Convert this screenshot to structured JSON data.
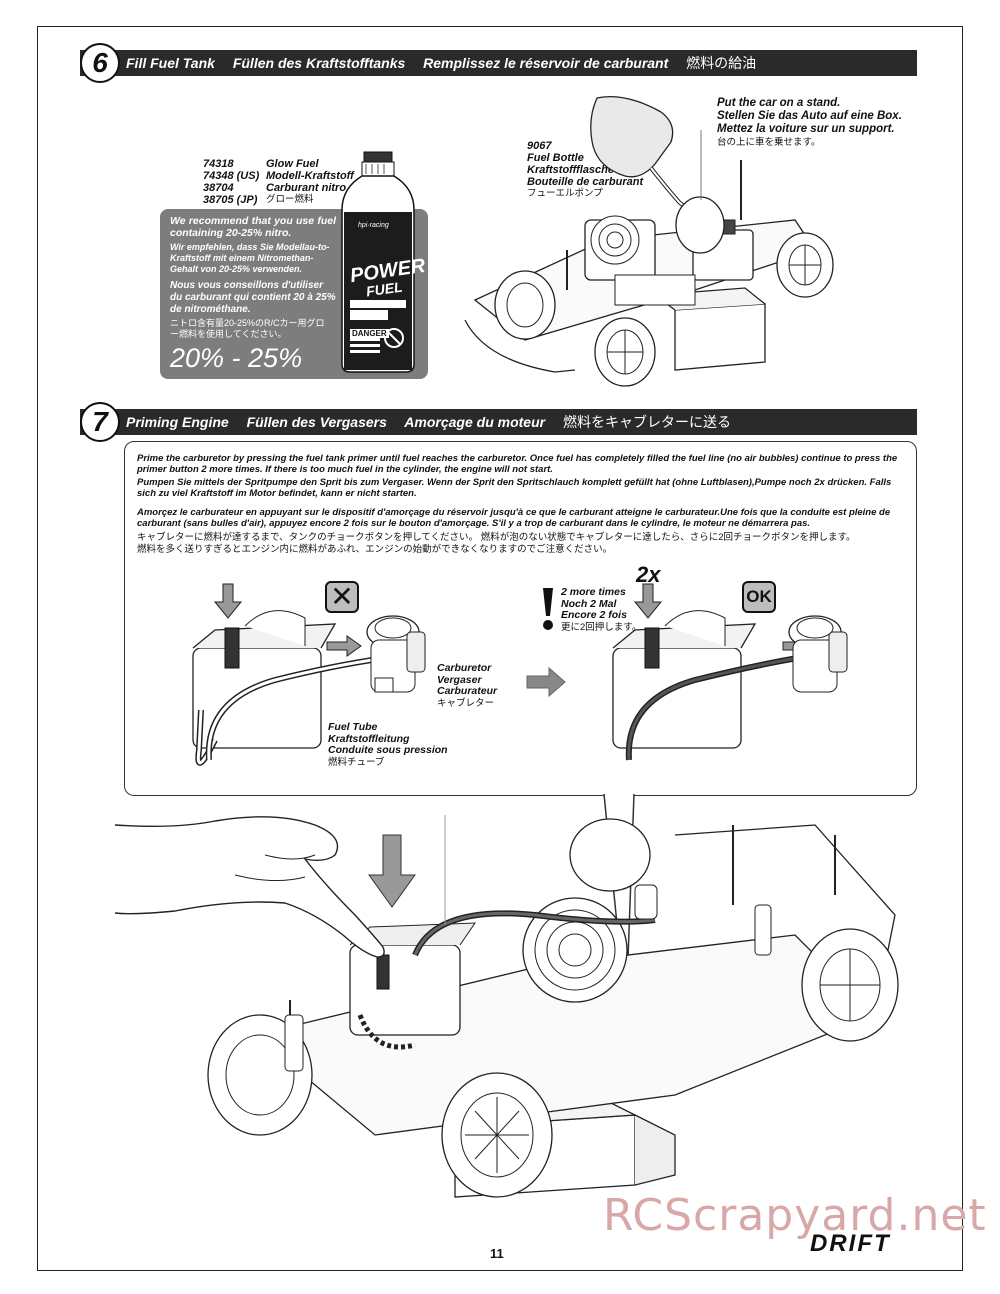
{
  "step6": {
    "number": "6",
    "titles": [
      "Fill Fuel Tank",
      "Füllen des Kraftstofftanks",
      "Remplissez le réservoir de carburant",
      "燃料の給油"
    ],
    "fuel_products": {
      "codes": [
        "74318",
        "74348 (US)",
        "38704",
        "38705 (JP)"
      ],
      "names": [
        "Glow Fuel",
        "Modell-Kraftstoff",
        "Carburant nitro",
        "グロー燃料"
      ]
    },
    "recommend": {
      "en": "We recommend that you use fuel containing 20-25% nitro.",
      "de": "Wir empfehlen, dass Sie Modellau-to-Kraftstoff mit einem Nitromethan-Gehalt von 20-25% verwenden.",
      "fr": "Nous vous conseillons d'utiliser du carburant qui contient 20 à 25% de nitrométhane.",
      "jp": "ニトロ含有量20-25%のR/Cカー用グロー燃料を使用してください。",
      "percent": "20% - 25%"
    },
    "bottle_label": {
      "brand": "hpi·racing",
      "line1": "POWER",
      "line2": "FUEL",
      "warning": "DANGER"
    },
    "fuel_bottle": {
      "code": "9067",
      "en": "Fuel Bottle",
      "de": "Kraftstoffflasche",
      "fr": "Bouteille de carburant",
      "jp": "フューエルポンプ"
    },
    "stand_note": {
      "en": "Put the car on a stand.",
      "de": "Stellen Sie das Auto auf eine Box.",
      "fr": "Mettez la voiture sur un support.",
      "jp": "台の上に車を乗せます。"
    }
  },
  "step7": {
    "number": "7",
    "titles": [
      "Priming Engine",
      "Füllen des Vergasers",
      "Amorçage du moteur",
      "燃料をキャブレターに送る"
    ],
    "instructions": {
      "en": "Prime the carburetor by pressing the fuel tank primer until fuel reaches the carburetor. Once fuel has completely filled the fuel line (no air bubbles) continue to press the primer button 2 more times. If there is too much fuel in the cylinder, the engine will not start.",
      "de": "Pumpen Sie mittels der Spritpumpe den Sprit bis zum Vergaser. Wenn der Sprit den Spritschlauch komplett gefüllt hat (ohne Luftblasen),Pumpe noch 2x drücken. Falls sich zu viel Kraftstoff im Motor befindet, kann er nicht starten.",
      "fr": "Amorçez le carburateur en appuyant sur le dispositif d'amorçage du réservoir jusqu'à ce que le carburant atteigne le carburateur.Une fois que la conduite est pleine de carburant (sans bulles d'air), appuyez encore 2 fois sur le bouton d'amorçage. S'il y a trop de carburant dans le cylindre, le moteur ne démarrera pas.",
      "jp1": "キャブレターに燃料が達するまで、タンクのチョークボタンを押してください。 燃料が泡のない状態でキャブレターに達したら、さらに2回チョークボタンを押します。",
      "jp2": "燃料を多く送りすぎるとエンジン内に燃料があふれ、エンジンの始動ができなくなりますのでご注意ください。"
    },
    "wrong_mark": "✕",
    "ok_mark": "OK",
    "times": "2x",
    "more_times": {
      "en": "2 more times",
      "de": "Noch 2 Mal",
      "fr": "Encore 2 fois",
      "jp": "更に2回押します。"
    },
    "carburetor": {
      "en": "Carburetor",
      "de": "Vergaser",
      "fr": "Carburateur",
      "jp": "キャブレター"
    },
    "fuel_tube": {
      "en": "Fuel Tube",
      "de": "Kraftstoffleitung",
      "fr": "Conduite sous pression",
      "jp": "燃料チューブ"
    }
  },
  "footer": {
    "page_number": "11",
    "brand": "DRIFT",
    "watermark": "RCScrapyard.net"
  }
}
